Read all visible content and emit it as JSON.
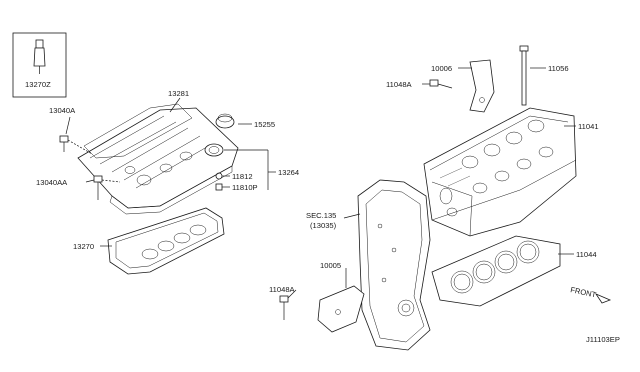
{
  "diagram": {
    "code": "J11103EP",
    "front_label": "FRONT",
    "callouts": [
      {
        "id": "13270Z",
        "text": "13270Z"
      },
      {
        "id": "13040A",
        "text": "13040A"
      },
      {
        "id": "13281",
        "text": "13281"
      },
      {
        "id": "15255",
        "text": "15255"
      },
      {
        "id": "13264",
        "text": "13264"
      },
      {
        "id": "11812",
        "text": "11812"
      },
      {
        "id": "11810P",
        "text": "11810P"
      },
      {
        "id": "13040AA",
        "text": "13040AA"
      },
      {
        "id": "13270",
        "text": "13270"
      },
      {
        "id": "10006",
        "text": "10006"
      },
      {
        "id": "11048A_top",
        "text": "11048A"
      },
      {
        "id": "11056",
        "text": "11056"
      },
      {
        "id": "11041",
        "text": "11041"
      },
      {
        "id": "sec135",
        "text": "SEC.135"
      },
      {
        "id": "sec135_ref",
        "text": "(13035)"
      },
      {
        "id": "11044",
        "text": "11044"
      },
      {
        "id": "10005",
        "text": "10005"
      },
      {
        "id": "11048A_bottom",
        "text": "11048A"
      }
    ]
  }
}
